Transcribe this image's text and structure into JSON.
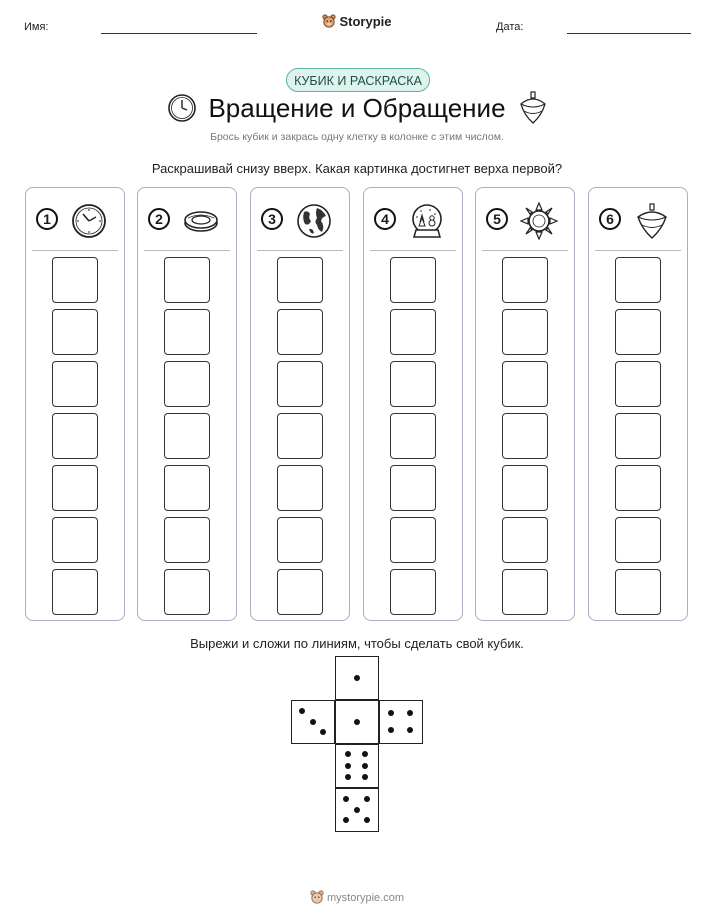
{
  "header": {
    "name_label": "Имя:",
    "date_label": "Дата:",
    "logo_text": "Storypie"
  },
  "badge": "КУБИК И РАСКРАСКА",
  "title": "Вращение и Обращение",
  "subtitle": "Брось кубик и закрась одну клетку в колонке с этим числом.",
  "instruction": "Раскрашивай снизу вверх. Какая картинка достигнет верха первой?",
  "columns": [
    {
      "number": "1",
      "icon": "clock-icon"
    },
    {
      "number": "2",
      "icon": "ring-icon"
    },
    {
      "number": "3",
      "icon": "globe-icon"
    },
    {
      "number": "4",
      "icon": "snow-globe-icon"
    },
    {
      "number": "5",
      "icon": "sun-icon"
    },
    {
      "number": "6",
      "icon": "spinning-top-icon"
    }
  ],
  "cells_per_column": 7,
  "cube_instruction": "Вырежи и сложи по линиям, чтобы сделать свой кубик.",
  "footer": "mystorypie.com"
}
